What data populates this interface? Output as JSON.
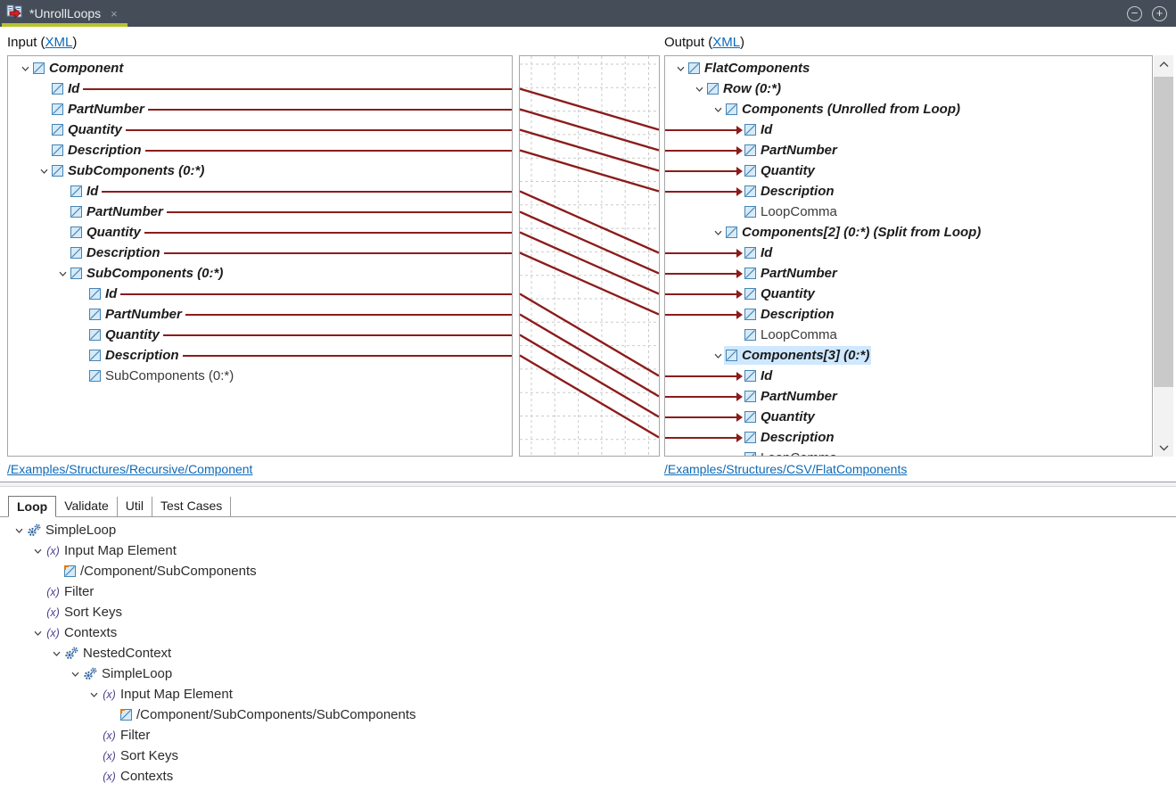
{
  "titlebar": {
    "tab_icon": "mapping-document-icon",
    "tab_title": "*UnrollLoops",
    "close": "×",
    "zoom_out": "−",
    "zoom_in": "+"
  },
  "headers": {
    "input_prefix": "Input (",
    "input_link": "XML",
    "input_suffix": ")",
    "output_prefix": "Output (",
    "output_link": "XML",
    "output_suffix": ")"
  },
  "footers": {
    "input_link": "/Examples/Structures/Recursive/Component",
    "output_link": "/Examples/Structures/CSV/FlatComponents"
  },
  "input_tree": {
    "rows": [
      {
        "label": "Component",
        "level": 0,
        "chevron": true,
        "mapped": true
      },
      {
        "label": "Id",
        "level": 1,
        "mapped": true,
        "line": true
      },
      {
        "label": "PartNumber",
        "level": 1,
        "mapped": true,
        "line": true
      },
      {
        "label": "Quantity",
        "level": 1,
        "mapped": true,
        "line": true
      },
      {
        "label": "Description",
        "level": 1,
        "mapped": true,
        "line": true
      },
      {
        "label": "SubComponents (0:*)",
        "level": 1,
        "chevron": true,
        "mapped": true
      },
      {
        "label": "Id",
        "level": 2,
        "mapped": true,
        "line": true
      },
      {
        "label": "PartNumber",
        "level": 2,
        "mapped": true,
        "line": true
      },
      {
        "label": "Quantity",
        "level": 2,
        "mapped": true,
        "line": true
      },
      {
        "label": "Description",
        "level": 2,
        "mapped": true,
        "line": true
      },
      {
        "label": "SubComponents (0:*)",
        "level": 2,
        "chevron": true,
        "mapped": true
      },
      {
        "label": "Id",
        "level": 3,
        "mapped": true,
        "line": true
      },
      {
        "label": "PartNumber",
        "level": 3,
        "mapped": true,
        "line": true
      },
      {
        "label": "Quantity",
        "level": 3,
        "mapped": true,
        "line": true
      },
      {
        "label": "Description",
        "level": 3,
        "mapped": true,
        "line": true
      },
      {
        "label": "SubComponents (0:*)",
        "level": 3
      }
    ]
  },
  "output_tree": {
    "rows": [
      {
        "label": "FlatComponents",
        "level": 0,
        "chevron": true,
        "mapped": true
      },
      {
        "label": "Row (0:*)",
        "level": 1,
        "chevron": true,
        "mapped": true
      },
      {
        "label": "Components (Unrolled from Loop)",
        "level": 2,
        "chevron": true,
        "mapped": true
      },
      {
        "label": "Id",
        "level": 3,
        "mapped": true,
        "arrow": true
      },
      {
        "label": "PartNumber",
        "level": 3,
        "mapped": true,
        "arrow": true
      },
      {
        "label": "Quantity",
        "level": 3,
        "mapped": true,
        "arrow": true
      },
      {
        "label": "Description",
        "level": 3,
        "mapped": true,
        "arrow": true
      },
      {
        "label": "LoopComma",
        "level": 3
      },
      {
        "label": "Components[2] (0:*) (Split from Loop)",
        "level": 2,
        "chevron": true,
        "mapped": true
      },
      {
        "label": "Id",
        "level": 3,
        "mapped": true,
        "arrow": true
      },
      {
        "label": "PartNumber",
        "level": 3,
        "mapped": true,
        "arrow": true
      },
      {
        "label": "Quantity",
        "level": 3,
        "mapped": true,
        "arrow": true
      },
      {
        "label": "Description",
        "level": 3,
        "mapped": true,
        "arrow": true
      },
      {
        "label": "LoopComma",
        "level": 3
      },
      {
        "label": "Components[3] (0:*)",
        "level": 2,
        "chevron": true,
        "mapped": true,
        "selected": true
      },
      {
        "label": "Id",
        "level": 3,
        "mapped": true,
        "arrow": true
      },
      {
        "label": "PartNumber",
        "level": 3,
        "mapped": true,
        "arrow": true
      },
      {
        "label": "Quantity",
        "level": 3,
        "mapped": true,
        "arrow": true
      },
      {
        "label": "Description",
        "level": 3,
        "mapped": true,
        "arrow": true
      },
      {
        "label": "LoopComma",
        "level": 3
      }
    ]
  },
  "connections": [
    [
      1,
      3
    ],
    [
      2,
      4
    ],
    [
      3,
      5
    ],
    [
      4,
      6
    ],
    [
      6,
      9
    ],
    [
      7,
      10
    ],
    [
      8,
      11
    ],
    [
      9,
      12
    ],
    [
      11,
      15
    ],
    [
      12,
      16
    ],
    [
      13,
      17
    ],
    [
      14,
      18
    ]
  ],
  "bottom_panel": {
    "tabs": [
      {
        "label": "Loop",
        "active": true
      },
      {
        "label": "Validate",
        "active": false
      },
      {
        "label": "Util",
        "active": false
      },
      {
        "label": "Test Cases",
        "active": false
      }
    ],
    "tree": {
      "rows": [
        {
          "label": "SimpleLoop",
          "level": 0,
          "chevron": true,
          "icon": "gears"
        },
        {
          "label": "Input Map Element",
          "level": 1,
          "chevron": true,
          "icon": "fx"
        },
        {
          "label": "/Component/SubComponents",
          "level": 2,
          "icon": "node-arrow"
        },
        {
          "label": "Filter",
          "level": 1,
          "icon": "fx"
        },
        {
          "label": "Sort Keys",
          "level": 1,
          "icon": "fx"
        },
        {
          "label": "Contexts",
          "level": 1,
          "chevron": true,
          "icon": "fx"
        },
        {
          "label": "NestedContext",
          "level": 2,
          "chevron": true,
          "icon": "gears"
        },
        {
          "label": "SimpleLoop",
          "level": 3,
          "chevron": true,
          "icon": "gears"
        },
        {
          "label": "Input Map Element",
          "level": 4,
          "chevron": true,
          "icon": "fx"
        },
        {
          "label": "/Component/SubComponents/SubComponents",
          "level": 5,
          "icon": "node-arrow"
        },
        {
          "label": "Filter",
          "level": 4,
          "icon": "fx"
        },
        {
          "label": "Sort Keys",
          "level": 4,
          "icon": "fx"
        },
        {
          "label": "Contexts",
          "level": 4,
          "icon": "fx"
        }
      ]
    }
  },
  "colors": {
    "mapping_line": "#8b1c1c",
    "tab_underline": "#b9c32b",
    "link": "#0e6ab8",
    "selection": "#cfe8ff",
    "node_icon_blue": "#4584b4",
    "node_icon_fill": "#d6eaf8",
    "fx_purple": "#4b3e8c",
    "gear_blue": "#2f649e",
    "titlebar_bg": "#454e58",
    "grid_dash": "#cbcbcb"
  }
}
